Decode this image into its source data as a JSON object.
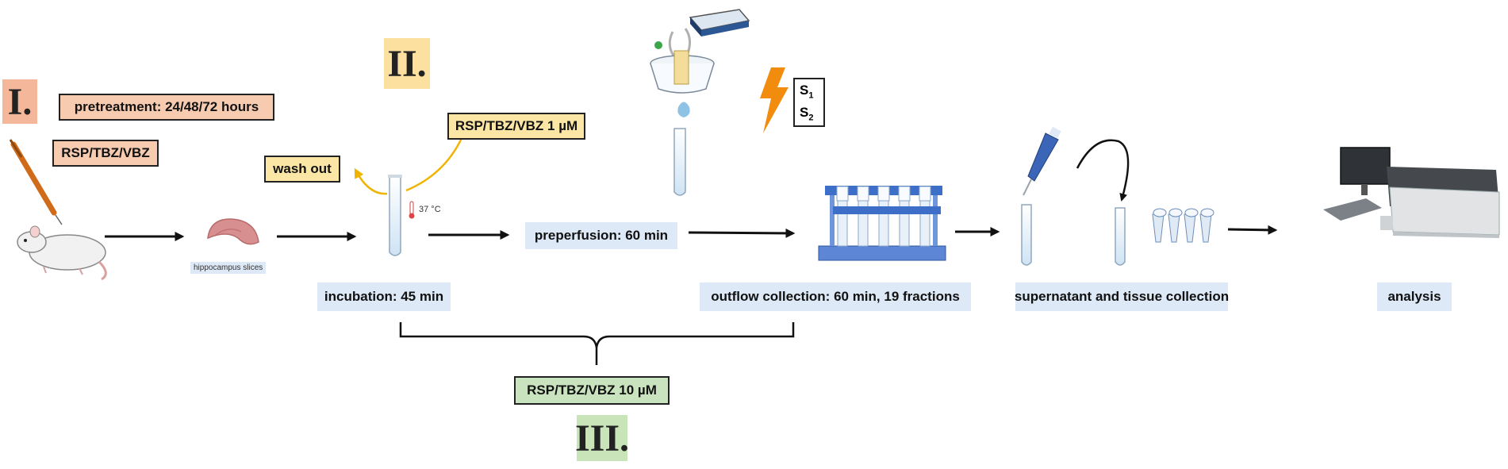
{
  "stages": {
    "stage1_label": "I.",
    "stage2_label": "II.",
    "stage3_label": "III."
  },
  "labels": {
    "pretreatment": "pretreatment: 24/48/72 hours",
    "injection_drugs": "RSP/TBZ/VBZ",
    "wash_out": "wash out",
    "drug_1um": "RSP/TBZ/VBZ 1 µM",
    "stim_s": "S",
    "stim_sub1": "1",
    "stim_sub2": "2",
    "hippocampus_slices": "hippocampus slices",
    "temperature": "37 °C",
    "preperfusion": "preperfusion: 60 min",
    "incubation": "incubation: 45 min",
    "outflow_collection": "outflow collection: 60 min, 19 fractions",
    "supernatant_collection": "supernatant and tissue collection",
    "analysis": "analysis",
    "drug_10um": "RSP/TBZ/VBZ 10 µM"
  },
  "icons": [
    "syringe-icon",
    "rat-icon",
    "brain-slice-icon",
    "test-tube-icon",
    "thermometer-icon",
    "stimulator-device-icon",
    "perfusion-chamber-icon",
    "lightning-icon",
    "tube-rack-icon",
    "pipette-icon",
    "microtube-icon",
    "analyzer-machine-icon"
  ],
  "colors": {
    "stage1": "#f7cbb0",
    "stage2": "#fbe6a6",
    "stage3": "#c9e3bf",
    "step_label": "#dde9f6",
    "arrow": "#111111",
    "wash_arrow": "#f0b400",
    "lightning": "#f28c0f"
  }
}
